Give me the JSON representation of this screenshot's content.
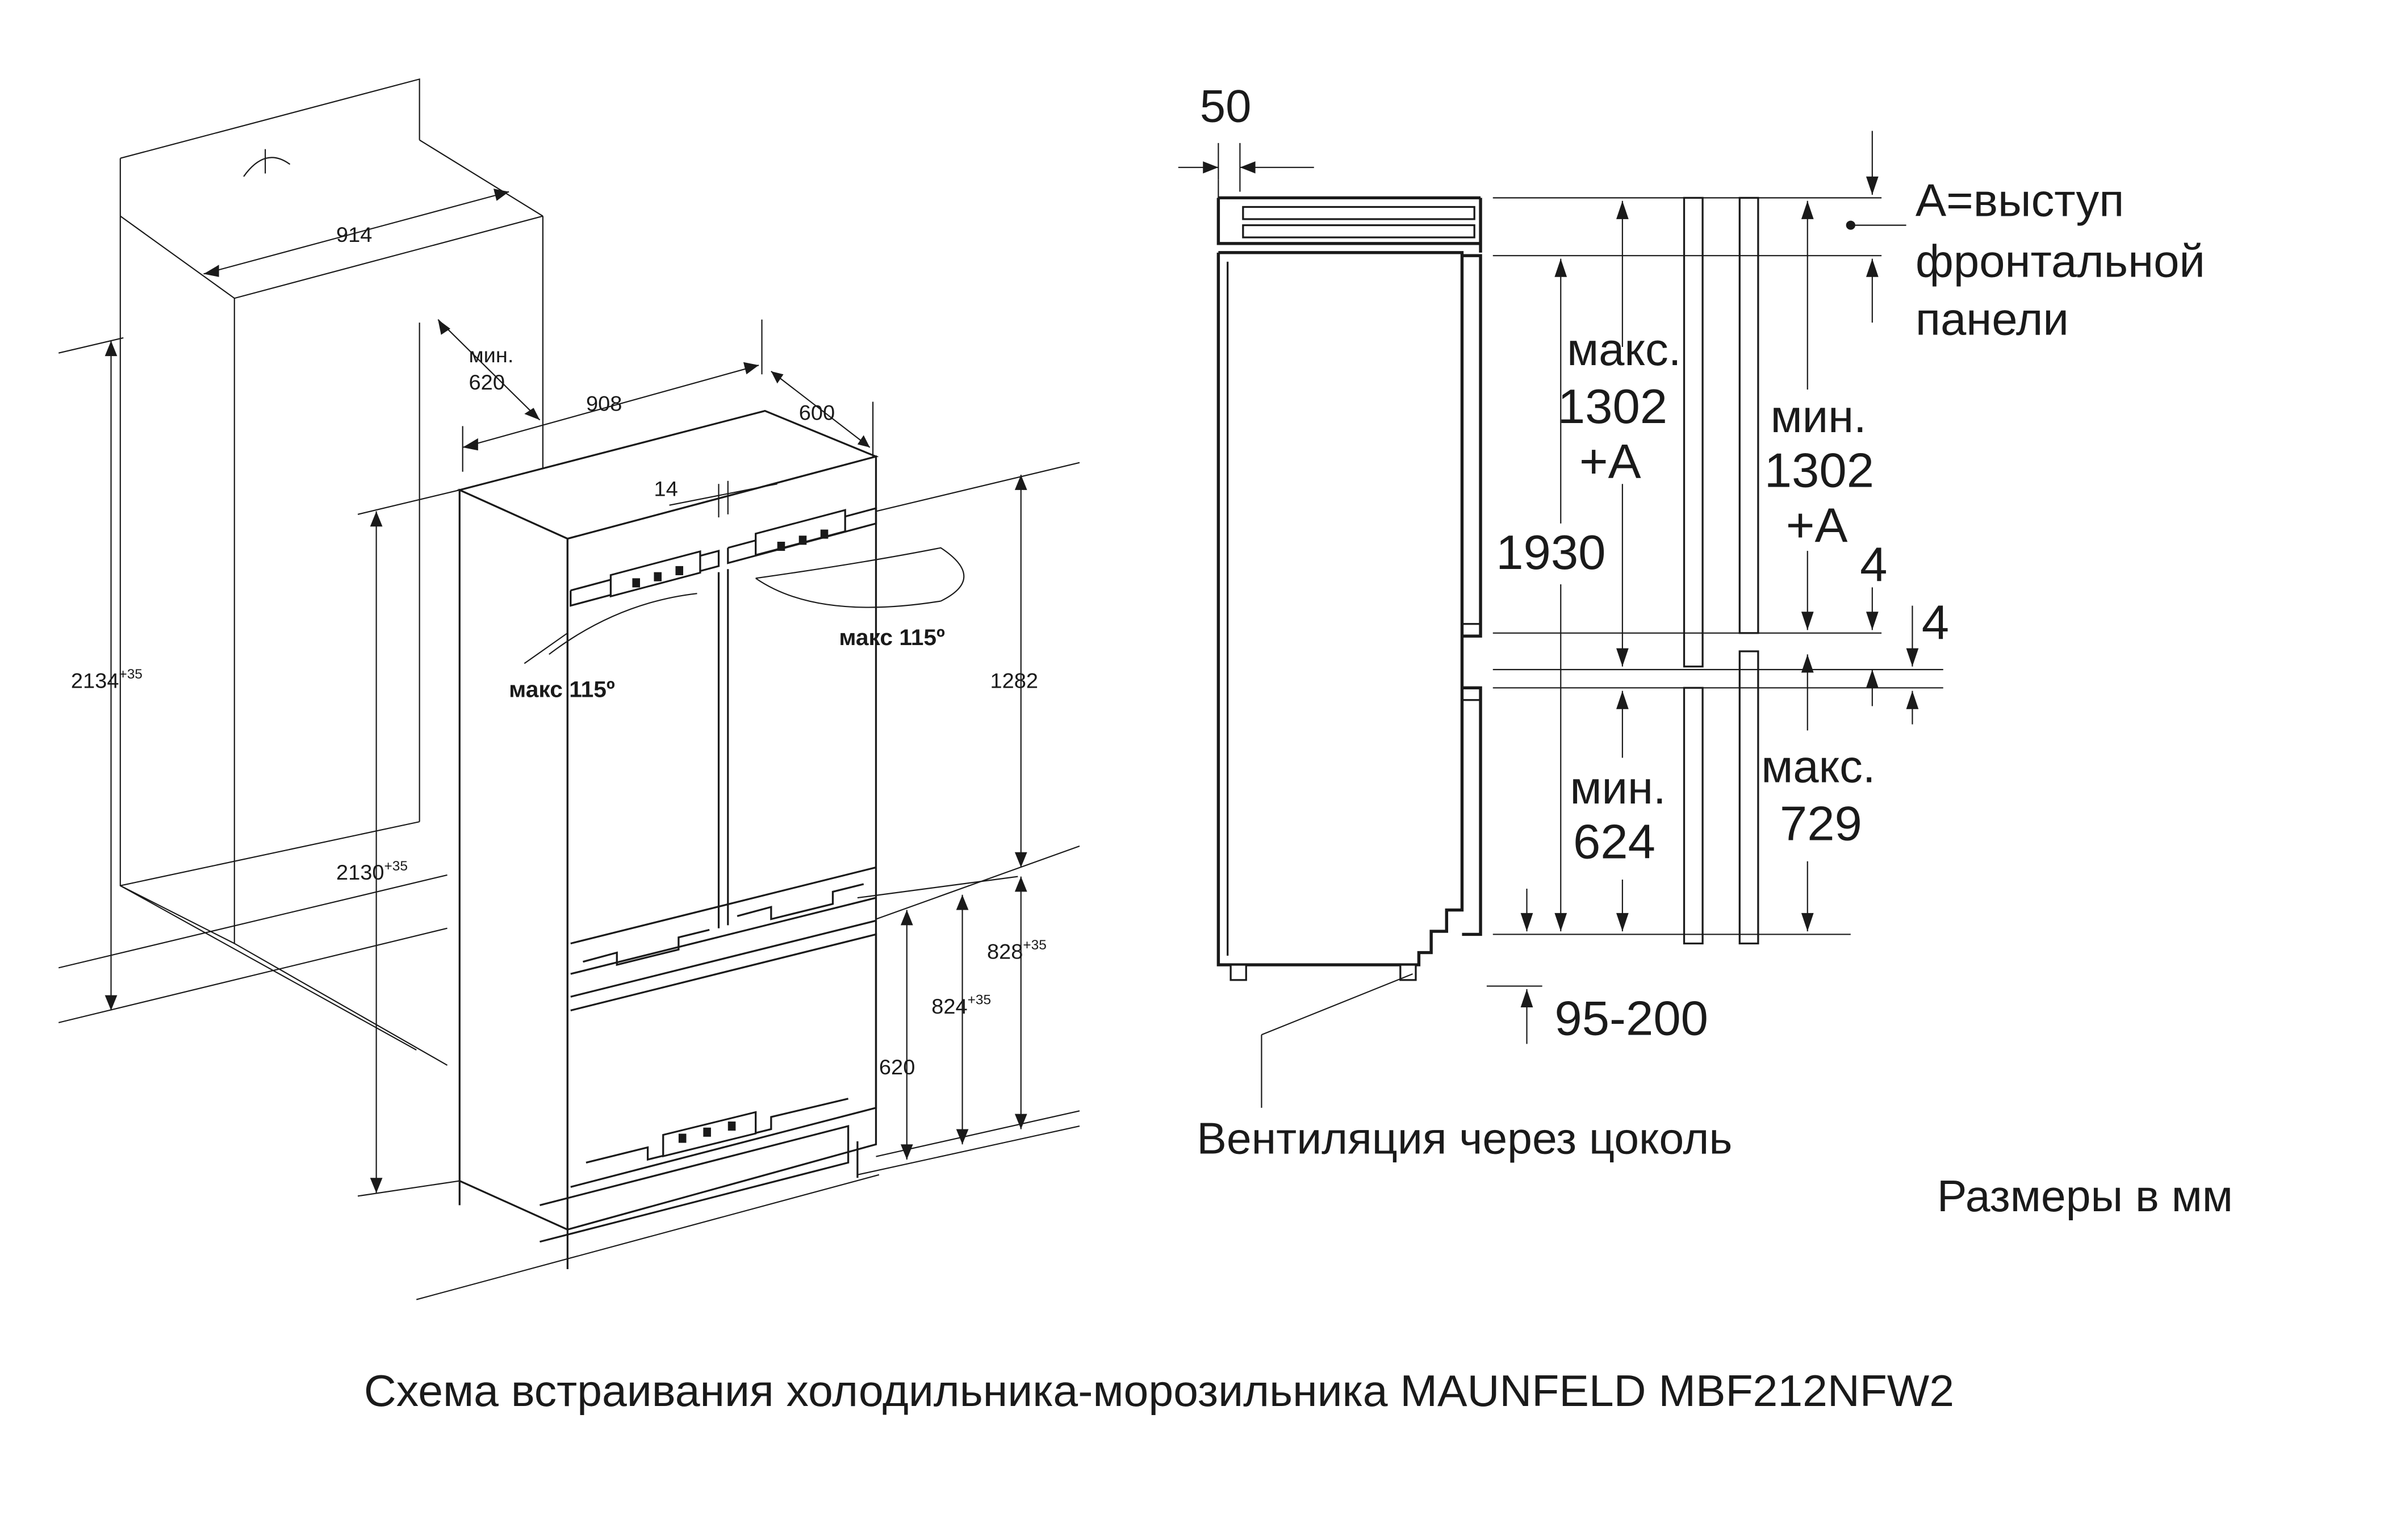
{
  "iso": {
    "niche_width": "914",
    "min_depth_line1": "мин.",
    "min_depth_line2": "620",
    "unit_width": "908",
    "unit_depth": "600",
    "gap": "14",
    "niche_height": "2134",
    "niche_height_tol": "+35",
    "unit_height": "2130",
    "unit_height_tol": "+35",
    "top_door_height": "1282",
    "bottom_height_a": "828",
    "bottom_height_a_tol": "+35",
    "bottom_height_b": "824",
    "bottom_height_b_tol": "+35",
    "drawer_height": "620",
    "door_angle_left": "макс 115º",
    "door_angle_right": "макс 115º"
  },
  "side": {
    "top_offset": "50",
    "protrusion_line1": "A=выступ",
    "protrusion_line2": "фронтальной",
    "protrusion_line3": "панели",
    "max_upper_line1": "макс.",
    "max_upper_line2": "1302",
    "max_upper_line3": "+A",
    "min_upper_line1": "мин.",
    "min_upper_line2": "1302",
    "min_upper_line3": "+A",
    "total_height": "1930",
    "gap_a": "4",
    "gap_b": "4",
    "min_lower_line1": "мин.",
    "min_lower_line2": "624",
    "max_lower_line1": "макс.",
    "max_lower_line2": "729",
    "plinth": "95-200",
    "ventilation": "Вентиляция через цоколь",
    "units": "Размеры в мм"
  },
  "caption": "Схема встраивания холодильника-морозильника MAUNFELD MBF212NFW2"
}
